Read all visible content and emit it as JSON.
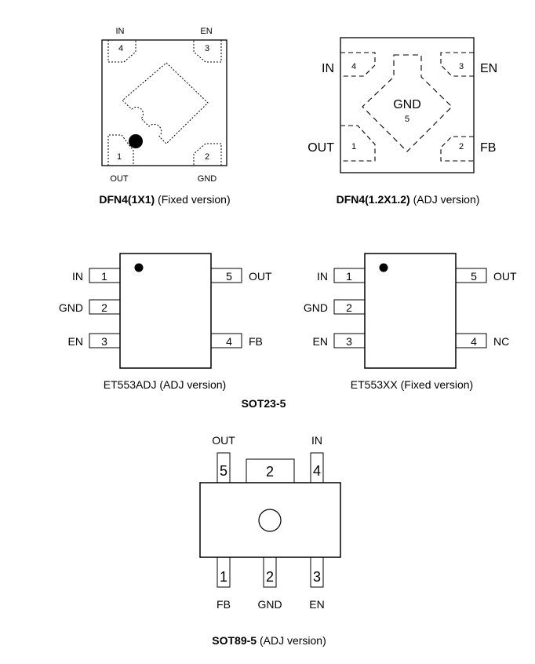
{
  "dfn1": {
    "pins": {
      "in": "IN",
      "en": "EN",
      "out": "OUT",
      "gnd": "GND"
    },
    "nums": {
      "p4": "4",
      "p3": "3",
      "p1": "1",
      "p2": "2"
    },
    "caption_bold": "DFN4(1X1)",
    "caption_rest": " (Fixed version)"
  },
  "dfn2": {
    "pins": {
      "in": "IN",
      "en": "EN",
      "out": "OUT",
      "fb": "FB"
    },
    "nums": {
      "p4": "4",
      "p3": "3",
      "p1": "1",
      "p2": "2",
      "p5": "5"
    },
    "center": "GND",
    "caption_bold": "DFN4(1.2X1.2)",
    "caption_rest": " (ADJ version)"
  },
  "sot_adj": {
    "left": [
      {
        "label": "IN",
        "num": "1"
      },
      {
        "label": "GND",
        "num": "2"
      },
      {
        "label": "EN",
        "num": "3"
      }
    ],
    "right": [
      {
        "label": "OUT",
        "num": "5"
      },
      {
        "label": "FB",
        "num": "4"
      }
    ],
    "caption": "ET553ADJ (ADJ version)"
  },
  "sot_fixed": {
    "left": [
      {
        "label": "IN",
        "num": "1"
      },
      {
        "label": "GND",
        "num": "2"
      },
      {
        "label": "EN",
        "num": "3"
      }
    ],
    "right": [
      {
        "label": "OUT",
        "num": "5"
      },
      {
        "label": "NC",
        "num": "4"
      }
    ],
    "caption": "ET553XX (Fixed version)"
  },
  "sot23_title": "SOT23-5",
  "sot89": {
    "top": [
      {
        "label": "OUT",
        "num": "5"
      },
      {
        "num": "2"
      },
      {
        "label": "IN",
        "num": "4"
      }
    ],
    "bottom": [
      {
        "label": "FB",
        "num": "1"
      },
      {
        "label": "GND",
        "num": "2"
      },
      {
        "label": "EN",
        "num": "3"
      }
    ],
    "caption_bold": "SOT89-5",
    "caption_rest": " (ADJ version)"
  }
}
